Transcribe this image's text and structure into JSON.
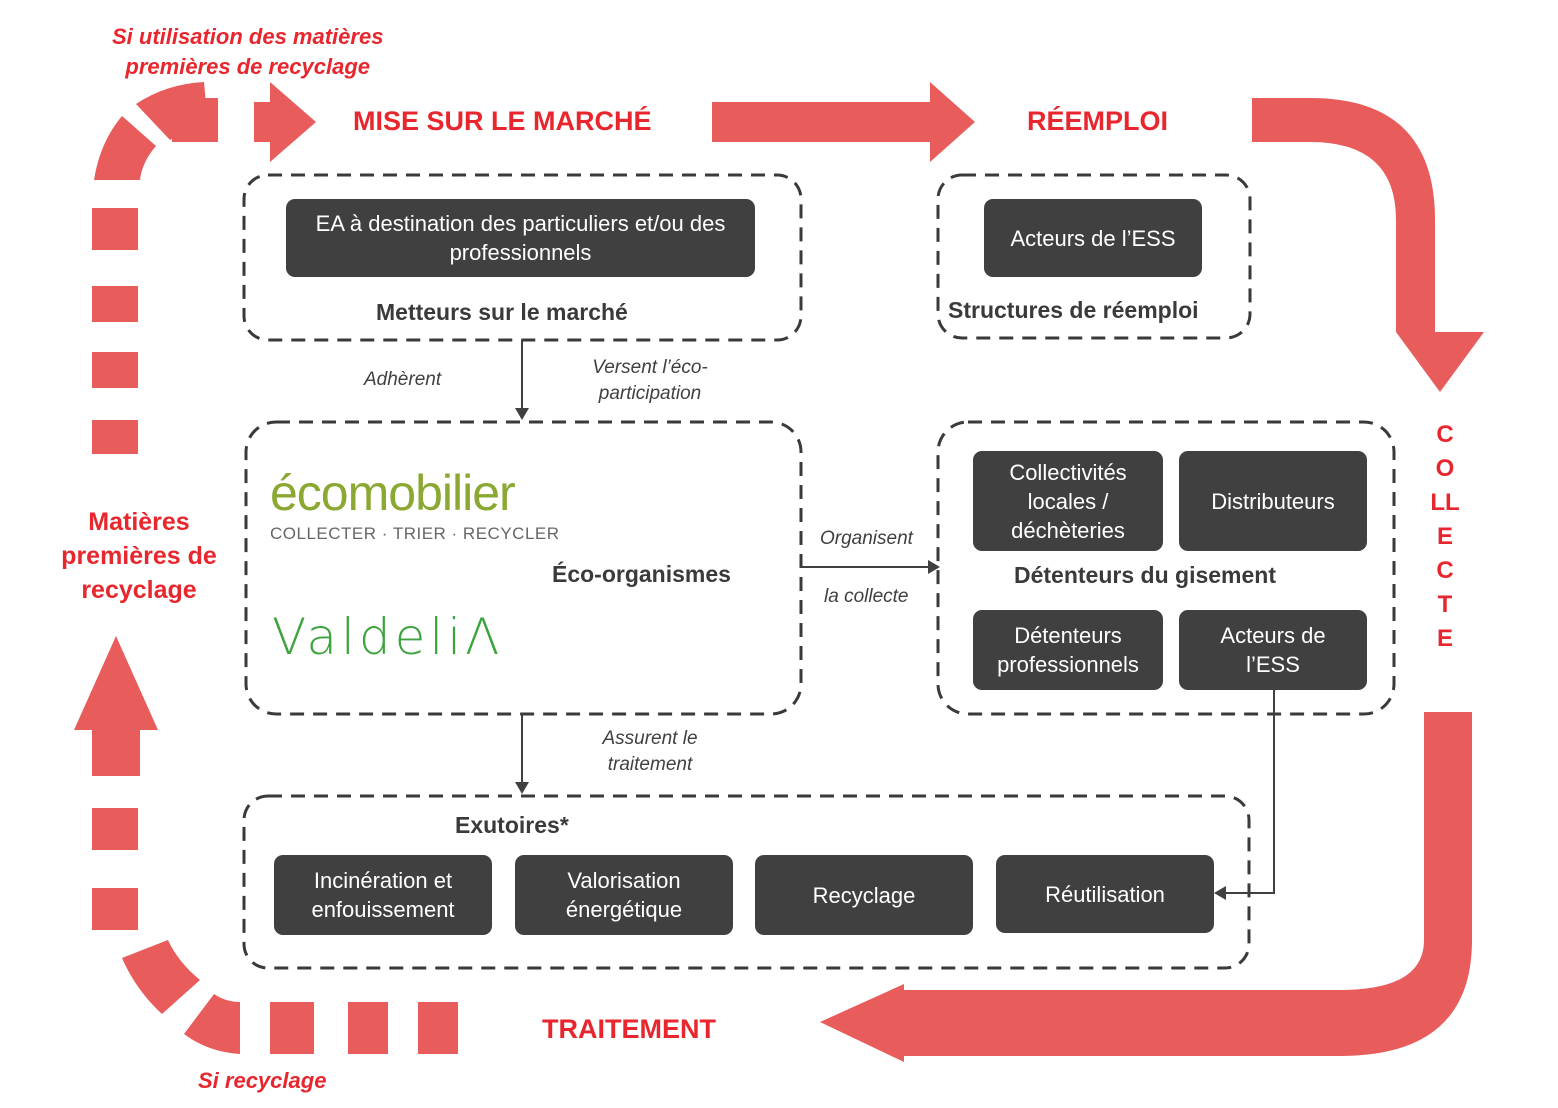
{
  "flow": {
    "top_note": "Si utilisation  des matières\npremières de recyclage",
    "mise_sur_le_marche": "MISE SUR LE MARCHÉ",
    "reemploi": "RÉEMPLOI",
    "collecte": "COLLECTE",
    "traitement": "TRAITEMENT",
    "bottom_note": "Si recyclage",
    "matieres": "Matières\npremières de\nrecyclage"
  },
  "groups": {
    "metteurs": {
      "title": "Metteurs sur le marché",
      "boxes": [
        "EA à destination des particuliers et/ou des professionnels"
      ]
    },
    "reemploi": {
      "title": "Structures de réemploi",
      "boxes": [
        "Acteurs de l’ESS"
      ]
    },
    "eco_organismes": {
      "title": "Éco-organismes",
      "logos": {
        "ecomobilier_word": "écomobilier",
        "ecomobilier_tagline": "COLLECTER · TRIER · RECYCLER",
        "valdelia": "ValdeliΛ"
      }
    },
    "detenteurs": {
      "title": "Détenteurs du gisement",
      "boxes": [
        "Collectivités locales / déchèteries",
        "Distributeurs",
        "Détenteurs professionnels",
        "Acteurs de l’ESS"
      ]
    },
    "exutoires": {
      "title": "Exutoires*",
      "boxes": [
        "Incinération et enfouissement",
        "Valorisation énergétique",
        "Recyclage",
        "Réutilisation"
      ]
    }
  },
  "relations": {
    "adherent": "Adhèrent",
    "versent": "Versent l’éco-\nparticipation",
    "organisent": "Organisent",
    "la_collecte": "la collecte",
    "assurent": "Assurent le\ntraitement"
  },
  "colors": {
    "accent": "#e8262d",
    "arrow_fill": "#e85c5c",
    "box_fill": "#404040",
    "ecomobilier_green": "#8aa832",
    "ecomobilier_dark": "#5c4a2a",
    "valdelia_green": "#3da33d"
  }
}
